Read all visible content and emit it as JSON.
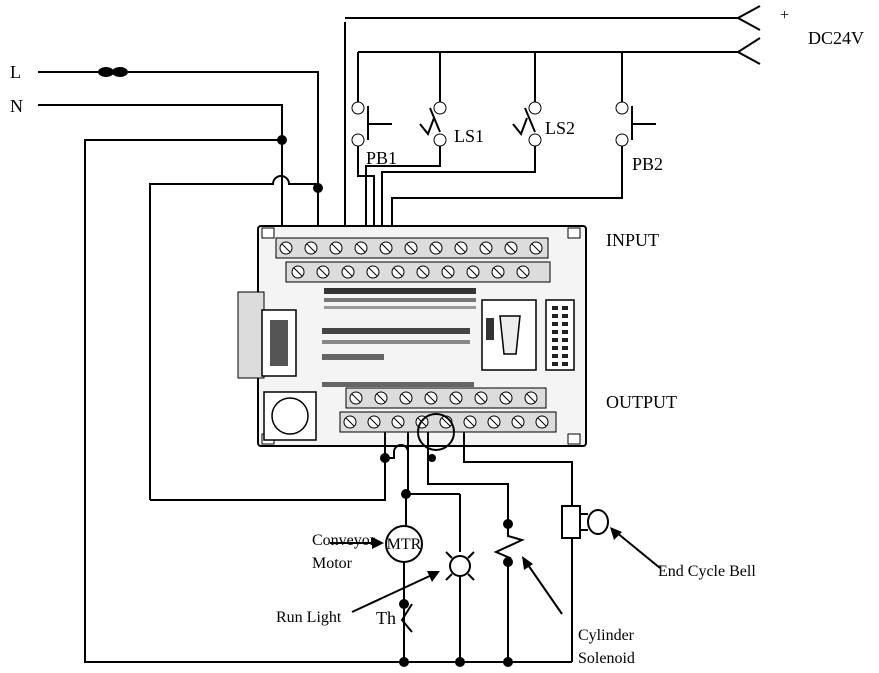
{
  "supply": {
    "line_label": "L",
    "neutral_label": "N",
    "dc_plus": "+",
    "dc_label": "DC24V"
  },
  "inputs": {
    "pb1": "PB1",
    "ls1": "LS1",
    "ls2": "LS2",
    "pb2": "PB2"
  },
  "plc": {
    "input_label": "INPUT",
    "output_label": "OUTPUT"
  },
  "outputs": {
    "motor_symbol": "MTR",
    "motor_label_line1": "Conveyor",
    "motor_label_line2": "Motor",
    "thermal_label": "Th",
    "run_light": "Run Light",
    "cylinder_line1": "Cylinder",
    "cylinder_line2": "Solenoid",
    "bell": "End Cycle Bell"
  }
}
